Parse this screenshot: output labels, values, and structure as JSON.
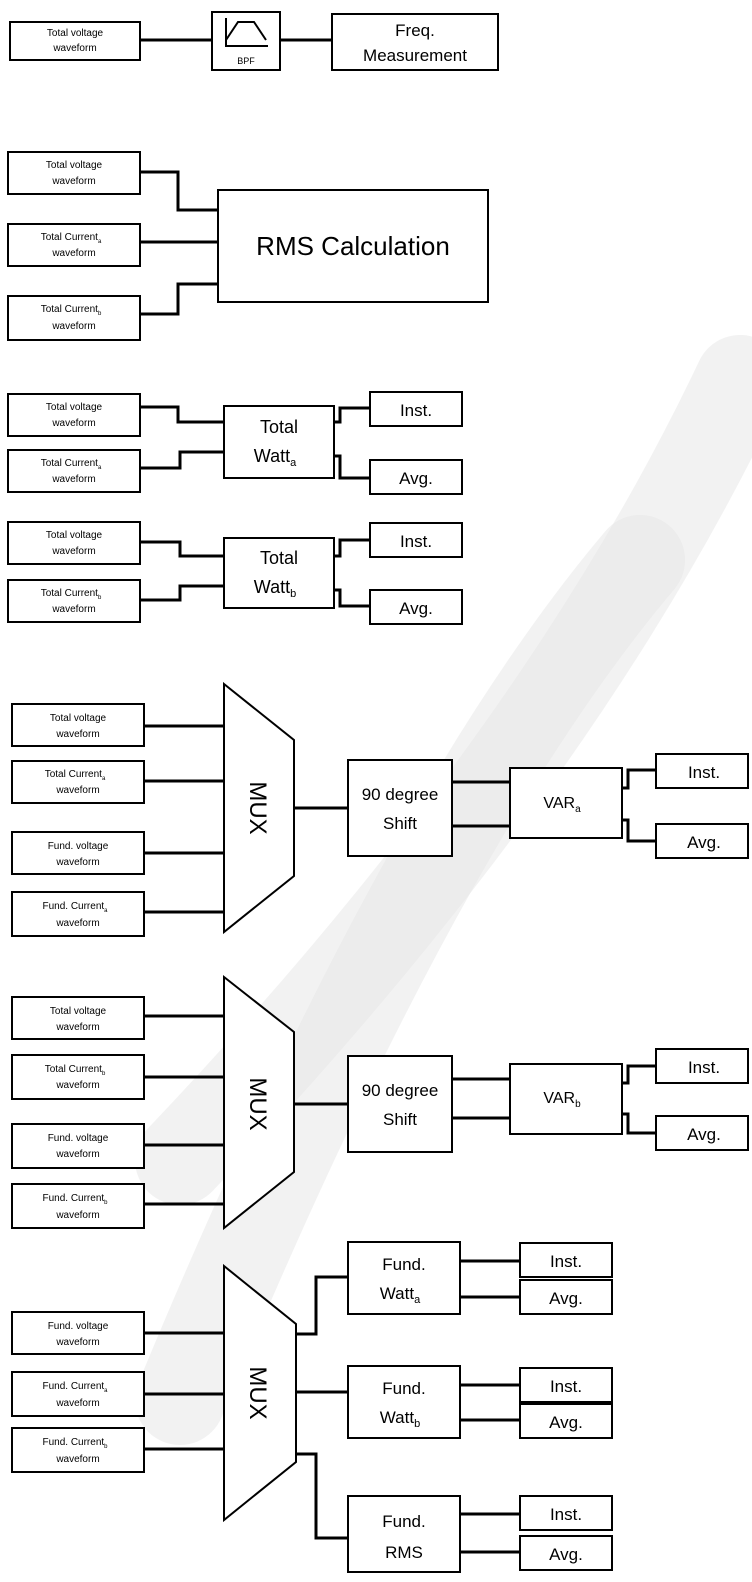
{
  "labels": {
    "total_voltage_1": "Total voltage",
    "total_voltage_2": "waveform",
    "total_current_a_1": "Total Current",
    "total_current_b_1": "Total Current",
    "fund_voltage_1": "Fund. voltage",
    "fund_current_a_1": "Fund. Current",
    "fund_current_b_1": "Fund. Current",
    "waveform": "waveform",
    "sub_a": "a",
    "sub_b": "b",
    "bpf": "BPF",
    "freq_1": "Freq.",
    "freq_2": "Measurement",
    "rms_calc": "RMS Calculation",
    "total": "Total",
    "watt": "Watt",
    "inst": "Inst.",
    "avg": "Avg.",
    "mux": "MUX",
    "shift_1": "90 degree",
    "shift_2": "Shift",
    "var": "VAR",
    "fund": "Fund.",
    "rms": "RMS"
  }
}
